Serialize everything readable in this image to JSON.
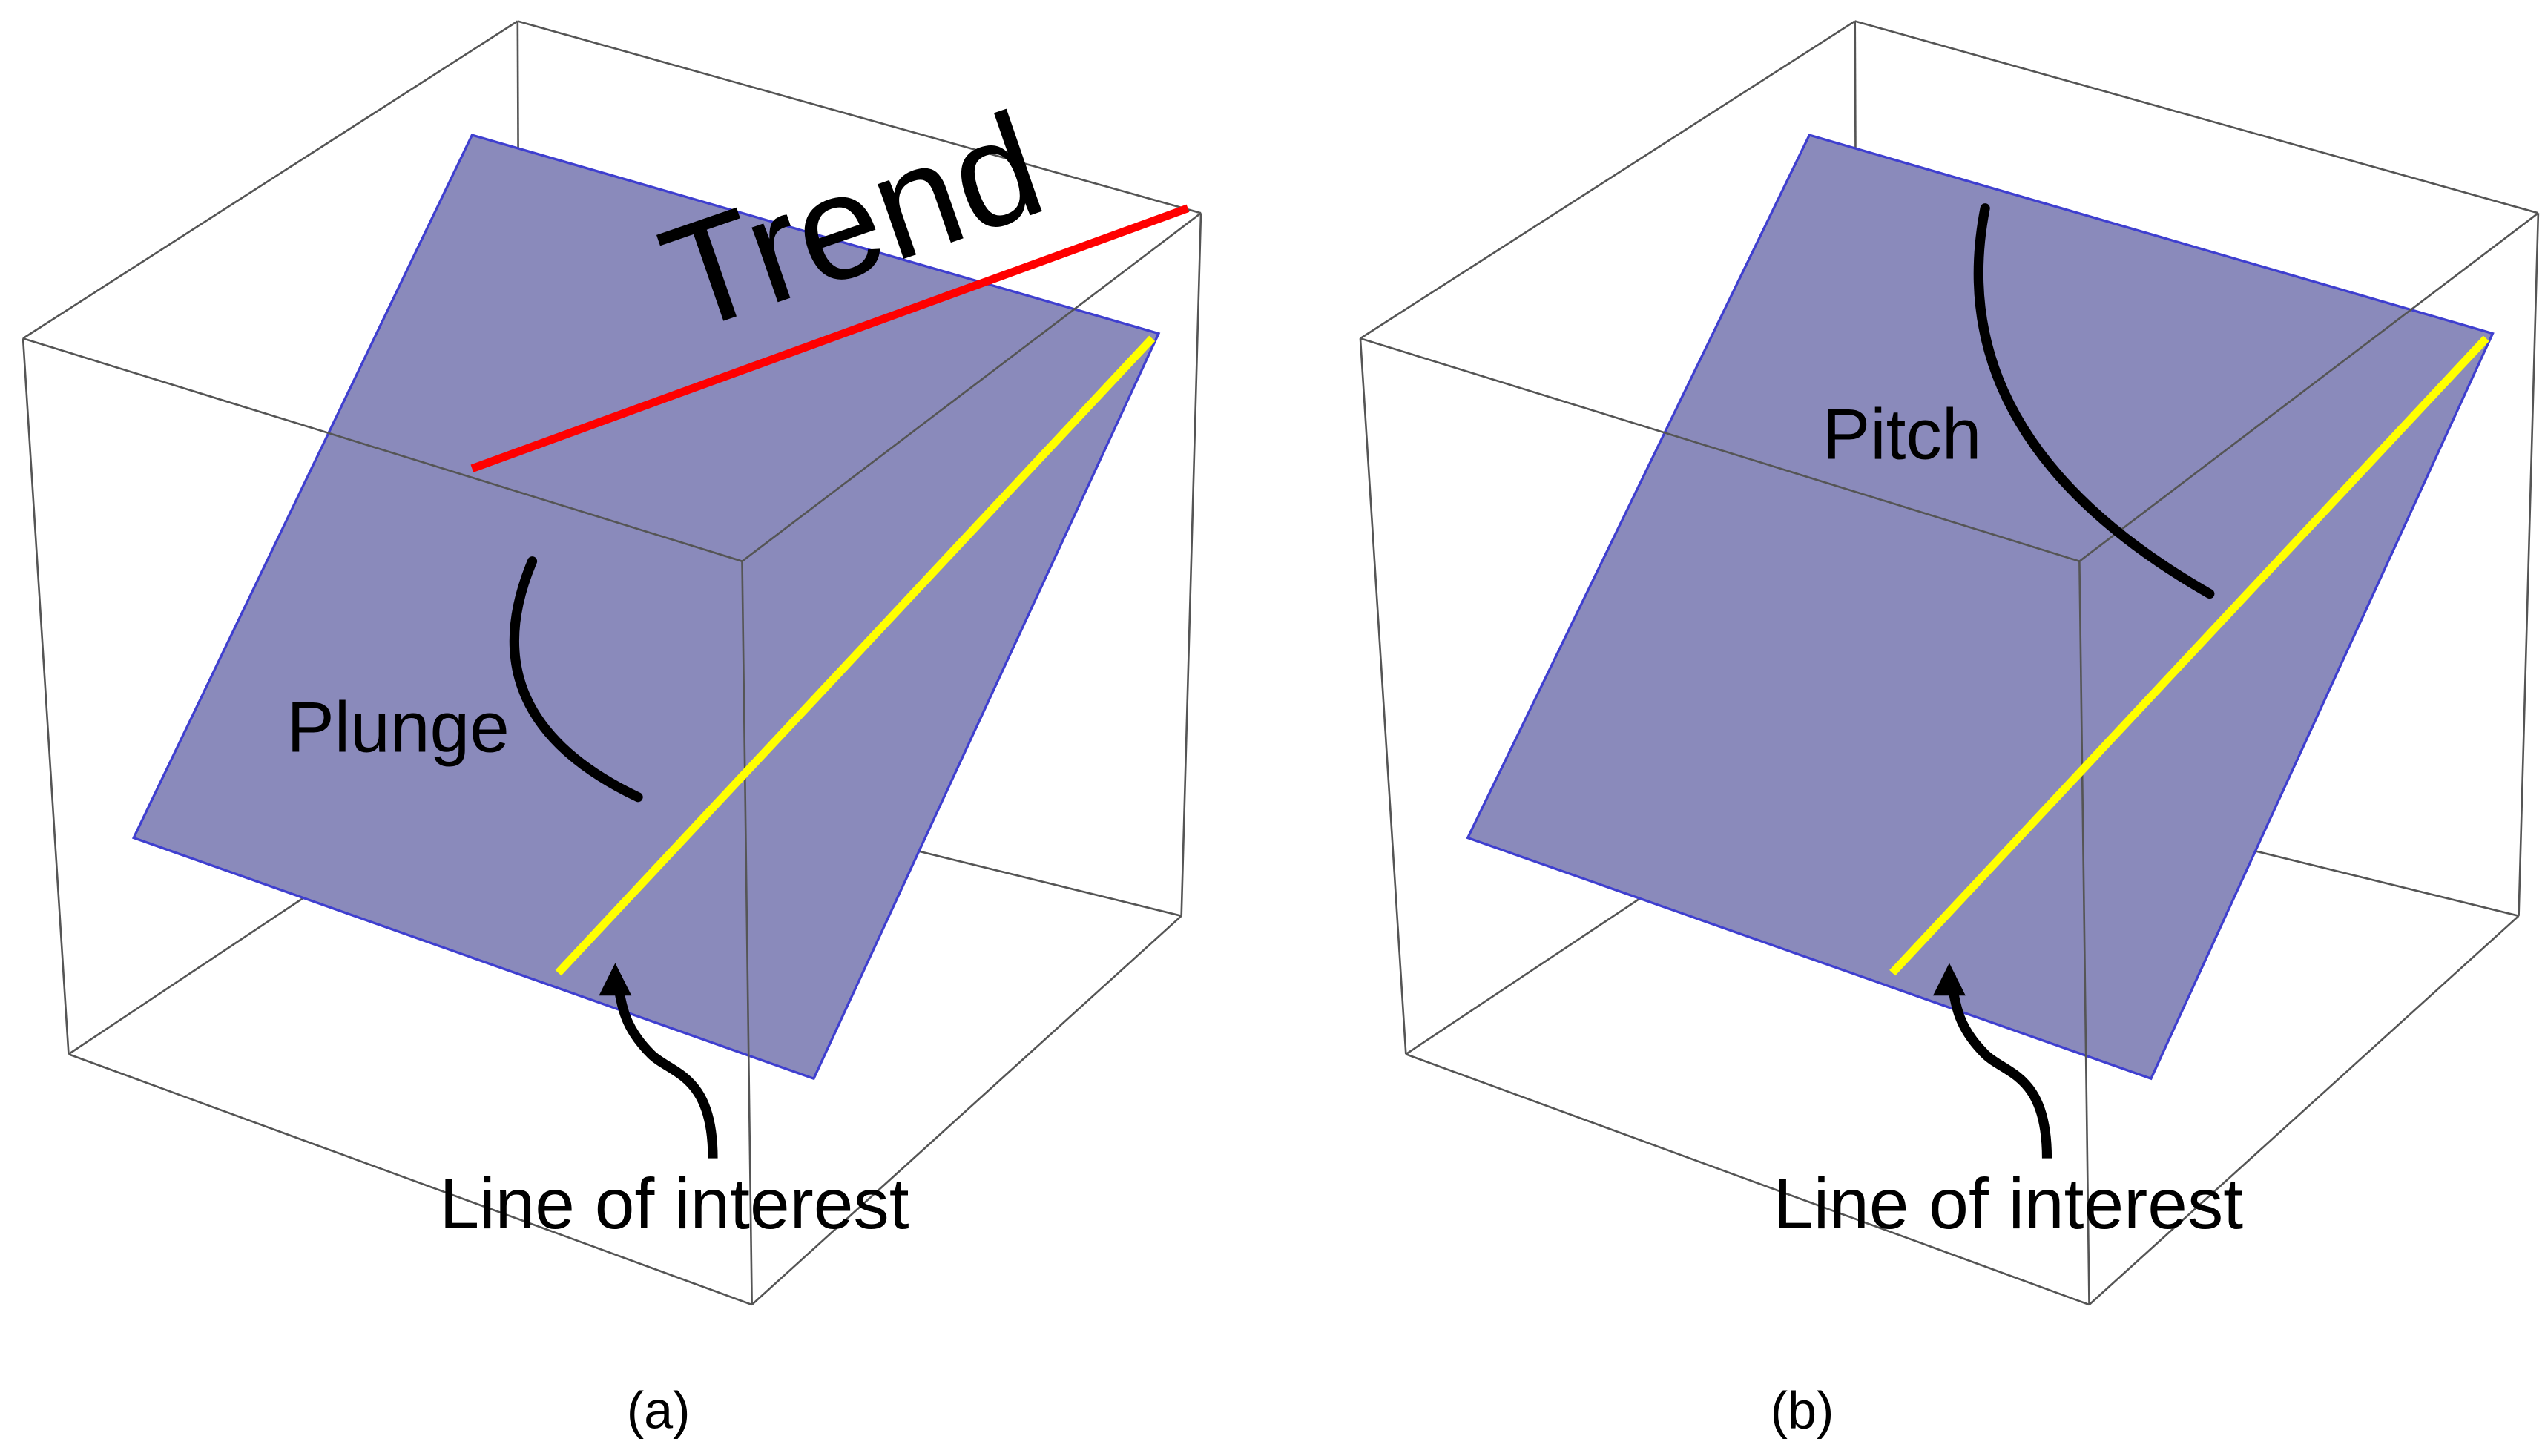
{
  "panels": [
    {
      "caption": "(a)",
      "trend_label": "Trend",
      "plunge_label": "Plunge",
      "line_label": "Line of interest"
    },
    {
      "caption": "(b)",
      "pitch_label": "Pitch",
      "line_label": "Line of interest"
    }
  ],
  "colors": {
    "plane_fill": "#8a8abb",
    "plane_edge": "#3f3fcf",
    "box_edge": "#555555",
    "trend_line": "#ff0000",
    "line_of_interest": "#ffff00",
    "arc": "#000000"
  }
}
